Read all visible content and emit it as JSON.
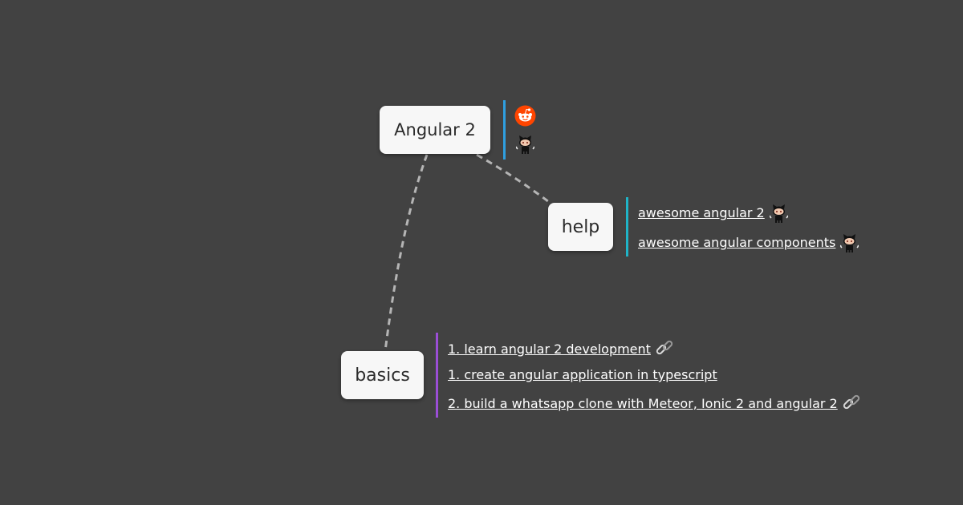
{
  "nodes": {
    "root": {
      "label": "Angular 2"
    },
    "help": {
      "label": "help"
    },
    "basics": {
      "label": "basics"
    }
  },
  "root_resources": [
    {
      "icon": "reddit-icon"
    },
    {
      "icon": "github-icon"
    }
  ],
  "help_links": [
    {
      "label": "awesome angular 2",
      "icon": "github-icon"
    },
    {
      "label": "awesome angular components",
      "icon": "github-icon"
    }
  ],
  "basics_links": [
    {
      "label": "1. learn angular 2 development",
      "icon": "link-icon"
    },
    {
      "label": "1. create angular application in typescript",
      "icon": ""
    },
    {
      "label": "2. build a whatsapp clone with Meteor, Ionic 2 and angular 2",
      "icon": "link-icon"
    }
  ],
  "colors": {
    "background": "#424242",
    "node_fill": "#f7f7f7",
    "root_bar": "#2f9fe0",
    "help_bar": "#1fb4c8",
    "basics_bar": "#9b4ed6",
    "edge": "#b5b5b5",
    "link_text": "#ffffff"
  }
}
